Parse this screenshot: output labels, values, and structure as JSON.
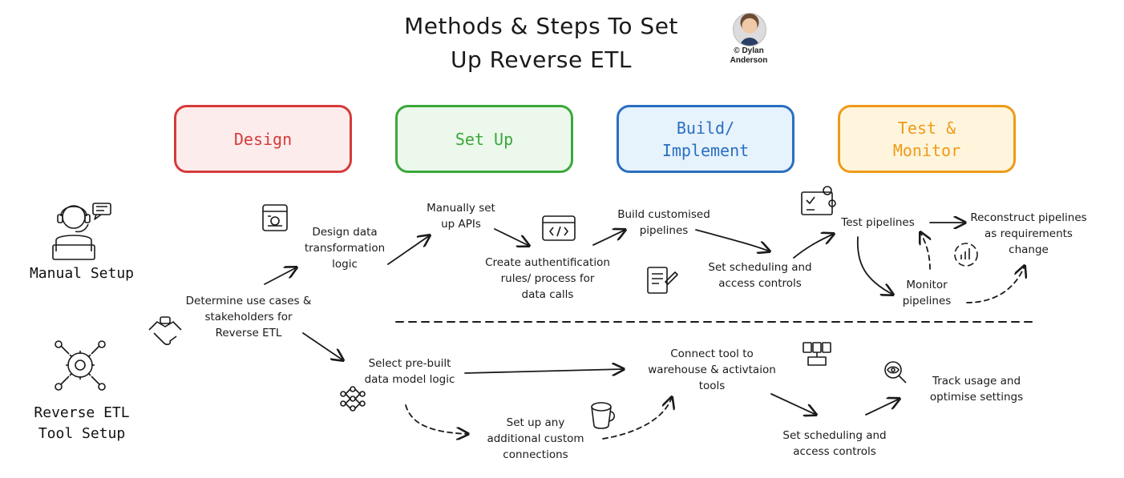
{
  "title": "Methods & Steps To Set\nUp Reverse ETL",
  "credit": "© Dylan\nAnderson",
  "phases": [
    {
      "label": "Design",
      "color": "#d63a3a",
      "fill": "#fdecec"
    },
    {
      "label": "Set Up",
      "color": "#3aa83a",
      "fill": "#ecf8ec"
    },
    {
      "label": "Build/\nImplement",
      "color": "#2a6fc0",
      "fill": "#e6f2fc"
    },
    {
      "label": "Test &\nMonitor",
      "color": "#ef9a1a",
      "fill": "#fff5dc"
    }
  ],
  "rows": {
    "manual": "Manual Setup",
    "tool": "Reverse ETL\nTool Setup"
  },
  "steps": {
    "determine": "Determine use cases &\nstakeholders for\nReverse ETL",
    "design_logic": "Design data\ntransformation\nlogic",
    "manual_apis": "Manually set\nup APIs",
    "auth_rules": "Create authentification\nrules/ process for\ndata calls",
    "build_pipelines": "Build customised\npipelines",
    "scheduling_manual": "Set scheduling and\naccess controls",
    "test_pipelines": "Test pipelines",
    "reconstruct": "Reconstruct pipelines\nas requirements\nchange",
    "monitor": "Monitor\npipelines",
    "prebuilt": "Select pre-built\ndata model logic",
    "custom_connections": "Set up any\nadditional custom\nconnections",
    "connect_tool": "Connect tool to\nwarehouse & activtaion\ntools",
    "scheduling_tool": "Set scheduling and\naccess controls",
    "track_usage": "Track usage and\noptimise settings"
  }
}
